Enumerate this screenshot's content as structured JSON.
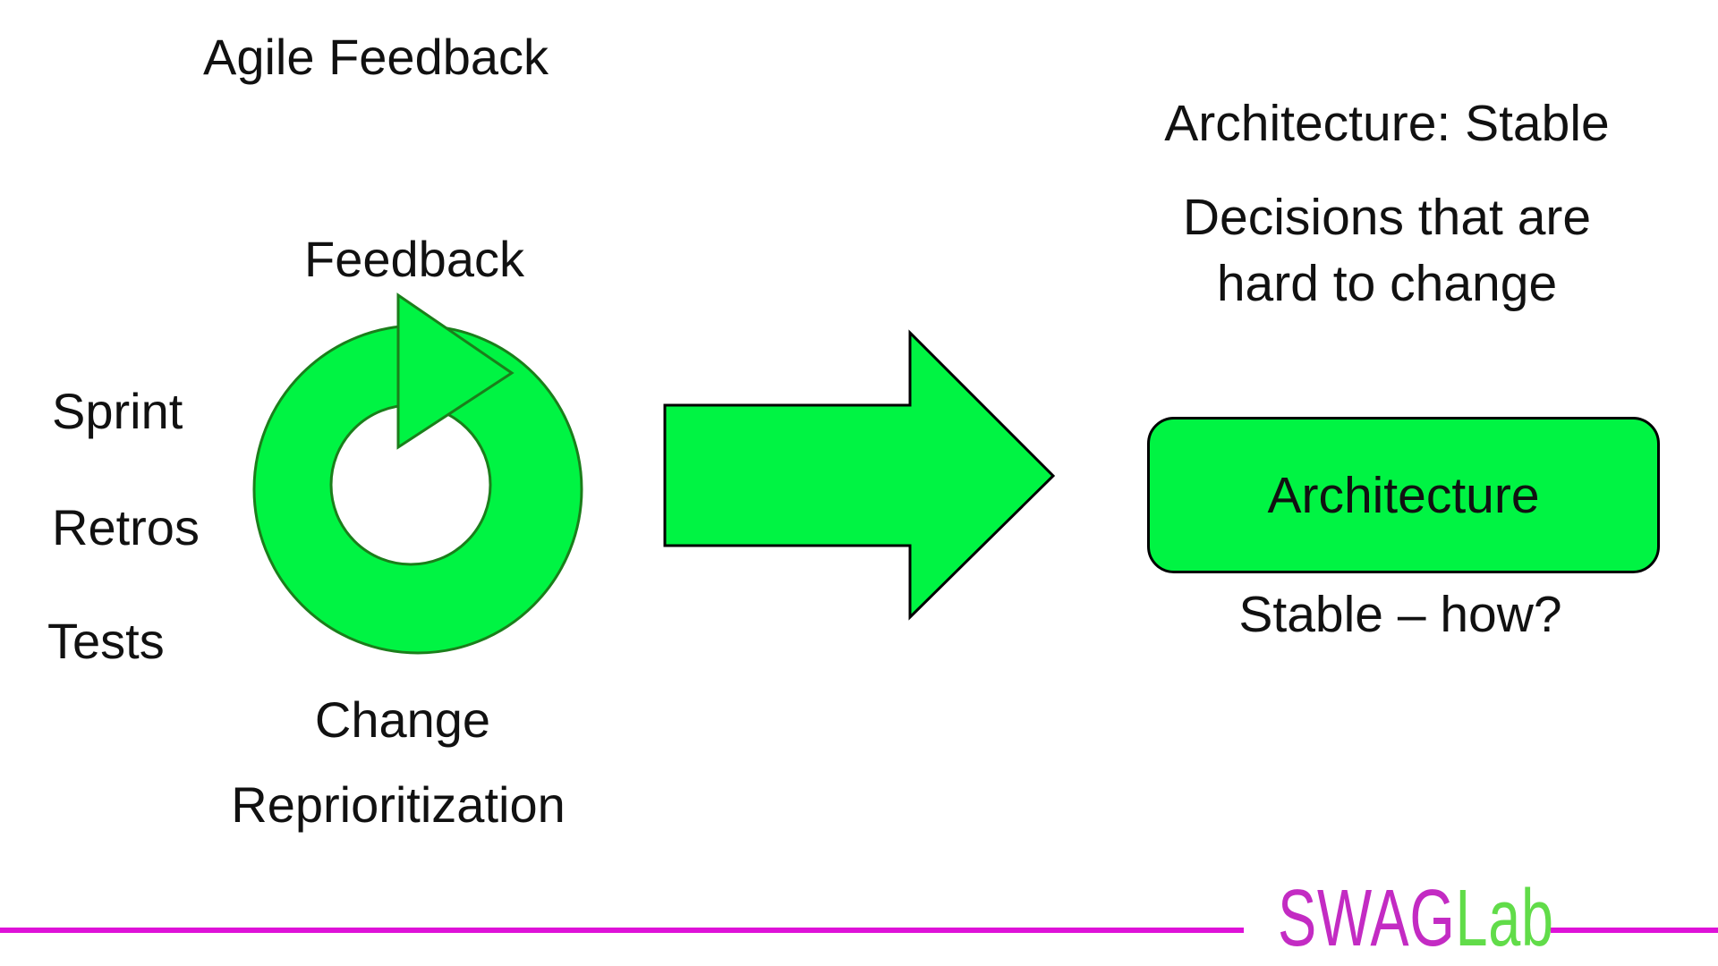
{
  "colors": {
    "shape_fill": "#00F443",
    "shape_stroke": "#1B7E1B",
    "outline_black": "#000000",
    "hole_fill": "#FFFFFF",
    "line_magenta": "#DE12D8",
    "brand_magenta": "#C32BC3",
    "brand_green": "#61DC49",
    "text": "#111111"
  },
  "title": "Agile Feedback",
  "cycle": {
    "label_top": "Feedback",
    "labels_left": [
      "Sprint",
      "Retros",
      "Tests"
    ],
    "labels_bottom": [
      "Change",
      "Reprioritization"
    ]
  },
  "right_panel": {
    "heading": "Architecture: Stable",
    "note_line1": "Decisions that are",
    "note_line2": "hard to change",
    "box_label": "Architecture",
    "question": "Stable – how?"
  },
  "footer": {
    "brand_part1": "SWAG",
    "brand_part2": "Lab"
  }
}
